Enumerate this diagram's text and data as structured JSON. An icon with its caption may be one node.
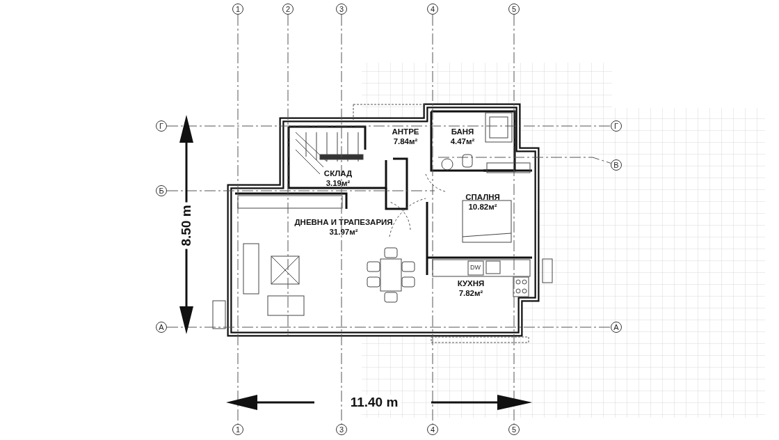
{
  "diagram": {
    "nodes": [
      {
        "text": [
          "1"
        ]
      },
      {
        "text": [
          "2"
        ]
      },
      {
        "text": [
          "3"
        ]
      },
      {
        "text": [
          "4"
        ]
      },
      {
        "text": [
          "5"
        ]
      },
      {
        "text": [
          "Г"
        ]
      },
      {
        "text": [
          "Г"
        ]
      },
      {
        "text": [
          "АНТРЕ",
          "7.84м²"
        ]
      },
      {
        "text": [
          "БАНЯ",
          "4.47м²"
        ]
      },
      {
        "text": [
          "В"
        ]
      },
      {
        "text": [
          "СКЛАД",
          "3.19м²"
        ]
      },
      {
        "text": [
          "Б"
        ]
      },
      {
        "text": [
          "СПАЛНЯ",
          "10.82м²"
        ]
      },
      {
        "text": [
          "ДНЕВНА И ТРАПЕЗАРИЯ",
          "31.97м²"
        ]
      },
      {
        "text": [
          "КУХНЯ",
          "7.82м²"
        ]
      },
      {
        "text": [
          "А"
        ]
      },
      {
        "text": [
          "А"
        ]
      },
      {
        "text": [
          "1"
        ]
      },
      {
        "text": [
          "3"
        ]
      },
      {
        "text": [
          "4"
        ]
      },
      {
        "text": [
          "5"
        ]
      }
    ],
    "edges": [
      {
        "from": 0,
        "to": 17,
        "arrow": "none",
        "style": "dashed"
      },
      {
        "from": 1,
        "to": null,
        "arrow": "none",
        "style": "dashed"
      },
      {
        "from": 2,
        "to": 18,
        "arrow": "none",
        "style": "dashed"
      },
      {
        "from": 3,
        "to": 19,
        "arrow": "none",
        "style": "dashed"
      },
      {
        "from": 4,
        "to": 20,
        "arrow": "none",
        "style": "dashed"
      },
      {
        "from": 5,
        "to": 6,
        "arrow": "none",
        "style": "dashed"
      },
      {
        "from": 11,
        "to": null,
        "arrow": "none",
        "style": "dashed"
      },
      {
        "from": null,
        "to": 9,
        "arrow": "none",
        "style": "dashed"
      },
      {
        "from": 15,
        "to": 16,
        "arrow": "none",
        "style": "dashed"
      }
    ],
    "labels": [
      "DW",
      "8.50 m",
      "11.40 m"
    ]
  }
}
